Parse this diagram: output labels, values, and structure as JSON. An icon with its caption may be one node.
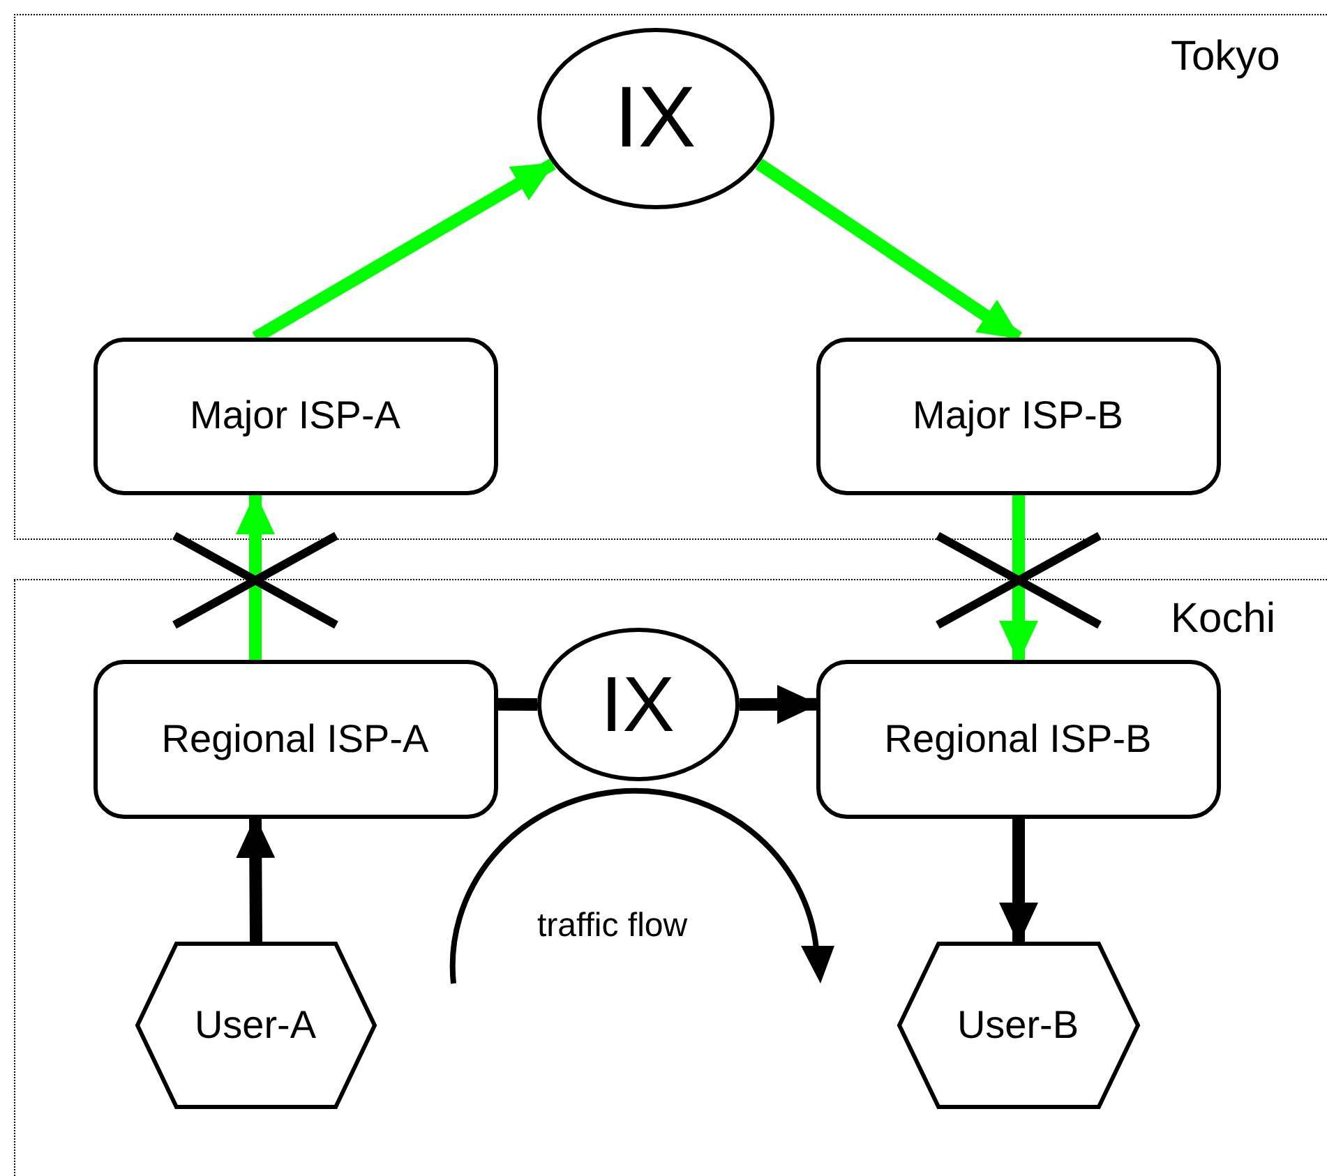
{
  "diagram": {
    "nodes": [
      {
        "text": [
          "Tokyo"
        ]
      },
      {
        "text": [
          "IX"
        ],
        "in": 0
      },
      {
        "text": [
          "Major ISP-A"
        ],
        "in": 0
      },
      {
        "text": [
          "Major ISP-B"
        ],
        "in": 0
      },
      {
        "text": [
          "Kochi"
        ]
      },
      {
        "text": [
          "Regional ISP-A"
        ],
        "in": 4
      },
      {
        "text": [
          "IX"
        ],
        "in": 4
      },
      {
        "text": [
          "Regional ISP-B"
        ],
        "in": 4
      },
      {
        "text": [
          "User-A"
        ],
        "in": 4
      },
      {
        "text": [
          "User-B"
        ],
        "in": 4
      }
    ],
    "edges": [
      {
        "from": 2,
        "to": 1,
        "arrow": "to",
        "color": "#00ff00"
      },
      {
        "from": 1,
        "to": 3,
        "arrow": "to",
        "color": "#00ff00"
      },
      {
        "from": 5,
        "to": 2,
        "arrow": "to",
        "color": "#00ff00"
      },
      {
        "from": 3,
        "to": 7,
        "arrow": "to",
        "color": "#00ff00"
      },
      {
        "from": 5,
        "to": 6,
        "arrow": "none",
        "color": "#000000"
      },
      {
        "from": 6,
        "to": 7,
        "arrow": "to",
        "color": "#000000"
      },
      {
        "from": 8,
        "to": 5,
        "arrow": "to",
        "color": "#000000"
      },
      {
        "from": 7,
        "to": 9,
        "arrow": "to",
        "color": "#000000"
      }
    ],
    "labels": [
      "traffic flow"
    ]
  }
}
